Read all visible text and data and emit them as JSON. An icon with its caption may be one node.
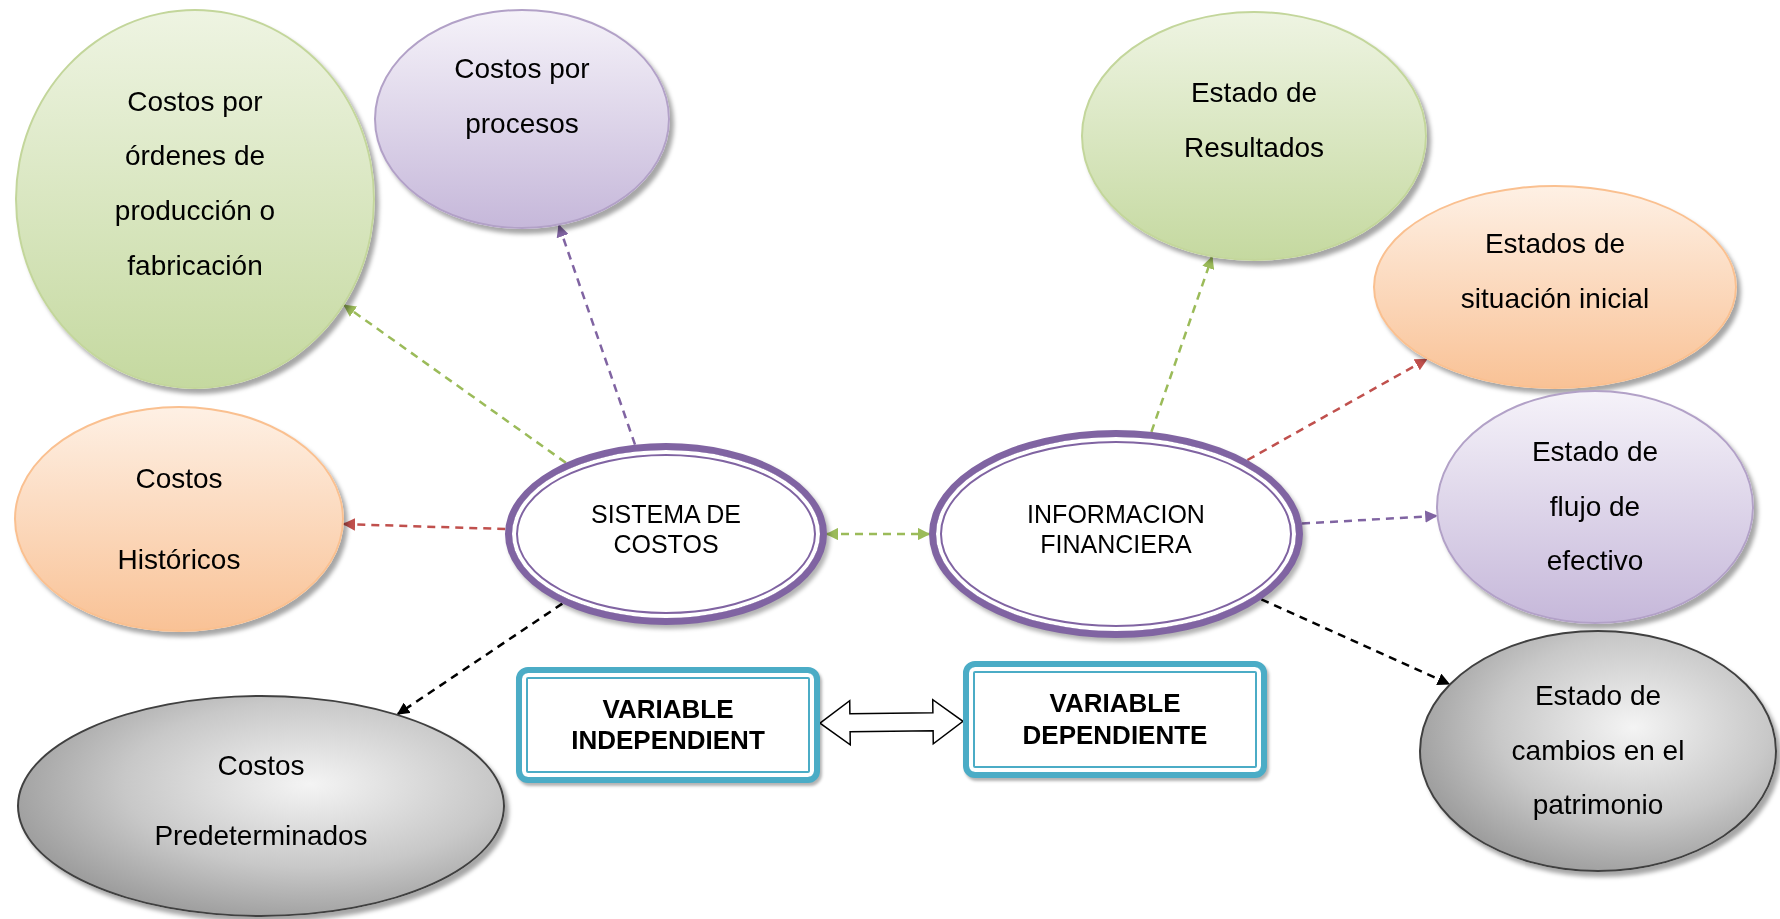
{
  "diagram": {
    "nodes": [
      {
        "text": [
          "Costos por órdenes de producción o fabricación"
        ]
      },
      {
        "text": [
          "Costos por procesos"
        ]
      },
      {
        "text": [
          "Costos Históricos"
        ]
      },
      {
        "text": [
          "Costos Predeterminados"
        ]
      },
      {
        "text": [
          "SISTEMA DE COSTOS"
        ]
      },
      {
        "text": [
          "INFORMACION FINANCIERA"
        ]
      },
      {
        "text": [
          "Estado de Resultados"
        ]
      },
      {
        "text": [
          "Estados de situación inicial"
        ]
      },
      {
        "text": [
          "Estado de flujo de efectivo"
        ]
      },
      {
        "text": [
          "Estado de cambios en el patrimonio"
        ]
      },
      {
        "text": [
          "VARIABLE INDEPENDIENT"
        ]
      },
      {
        "text": [
          "VARIABLE DEPENDIENTE"
        ]
      }
    ],
    "edges": [
      {
        "from": 4,
        "to": 0,
        "arrow": "to",
        "style": "dashed",
        "color": "#9bbb59"
      },
      {
        "from": 4,
        "to": 1,
        "arrow": "to",
        "style": "dashed",
        "color": "#8064a2"
      },
      {
        "from": 4,
        "to": 2,
        "arrow": "to",
        "style": "dashed",
        "color": "#c0504d"
      },
      {
        "from": 4,
        "to": 3,
        "arrow": "to",
        "style": "dashed",
        "color": "#000000"
      },
      {
        "from": 4,
        "to": 5,
        "arrow": "both",
        "style": "dashed",
        "color": "#9bbb59"
      },
      {
        "from": 5,
        "to": 6,
        "arrow": "to",
        "style": "dashed",
        "color": "#9bbb59"
      },
      {
        "from": 5,
        "to": 7,
        "arrow": "to",
        "style": "dashed",
        "color": "#c0504d"
      },
      {
        "from": 5,
        "to": 8,
        "arrow": "to",
        "style": "dashed",
        "color": "#8064a2"
      },
      {
        "from": 5,
        "to": 9,
        "arrow": "to",
        "style": "dashed",
        "color": "#000000"
      },
      {
        "from": 10,
        "to": 11,
        "arrow": "both",
        "style": "thick",
        "color": "#000000"
      }
    ]
  }
}
